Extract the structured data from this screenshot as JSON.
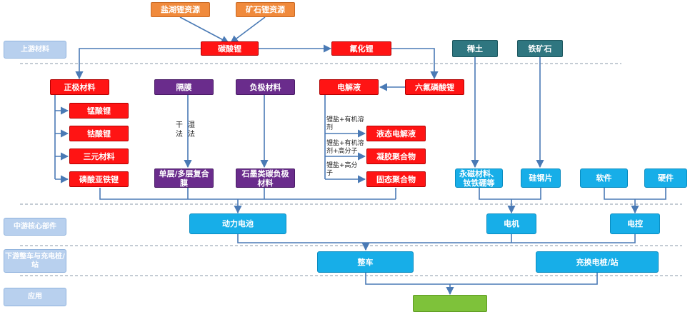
{
  "tiers": {
    "upstream": "上游材料",
    "midstream": "中游核心部件",
    "downstream": "下游整车与充电桩/站",
    "application": "应用"
  },
  "sources": {
    "salt_lake": "盐湖锂资源",
    "ore": "矿石锂资源"
  },
  "chain": {
    "lithium_carbonate": "碳酸锂",
    "lithium_fluoride": "氟化锂",
    "lipf6": "六氟磷酸锂",
    "rare_earth": "稀土",
    "iron_ore": "铁矿石"
  },
  "categories": {
    "cathode": "正极材料",
    "separator": "隔膜",
    "anode": "负极材料",
    "electrolyte": "电解液"
  },
  "cathode_items": [
    "锰酸锂",
    "钴酸锂",
    "三元材料",
    "磷酸亚铁锂"
  ],
  "separator": {
    "process_dry": "干法",
    "process_wet": "湿法",
    "product": "单层/多层复合膜"
  },
  "anode_product": "石墨类碳负极材料",
  "electrolyte": {
    "notes": [
      "锂盐+有机溶剂",
      "锂盐+有机溶剂+高分子",
      "锂盐+高分子"
    ],
    "types": [
      "液态电解液",
      "凝胶聚合物",
      "固态聚合物"
    ]
  },
  "motor_parts": {
    "magnet": "永磁材料、钕铁硼等",
    "silicon_steel": "硅钢片"
  },
  "control_parts": {
    "software": "软件",
    "hardware": "硬件"
  },
  "midstream_parts": {
    "battery": "动力电池",
    "motor": "电机",
    "control": "电控"
  },
  "downstream_parts": {
    "vehicle": "整车",
    "charging": "充换电桩/站"
  },
  "colors": {
    "connector": "#4a7ab5",
    "divider": "#8899aa",
    "tier_label": "#b8d0ee",
    "raw_material": "#f08a3c",
    "material": "#ff1414",
    "category": "#6a2c8c",
    "mineral": "#2f7680",
    "component": "#17aee8",
    "application": "#7ec23a"
  }
}
